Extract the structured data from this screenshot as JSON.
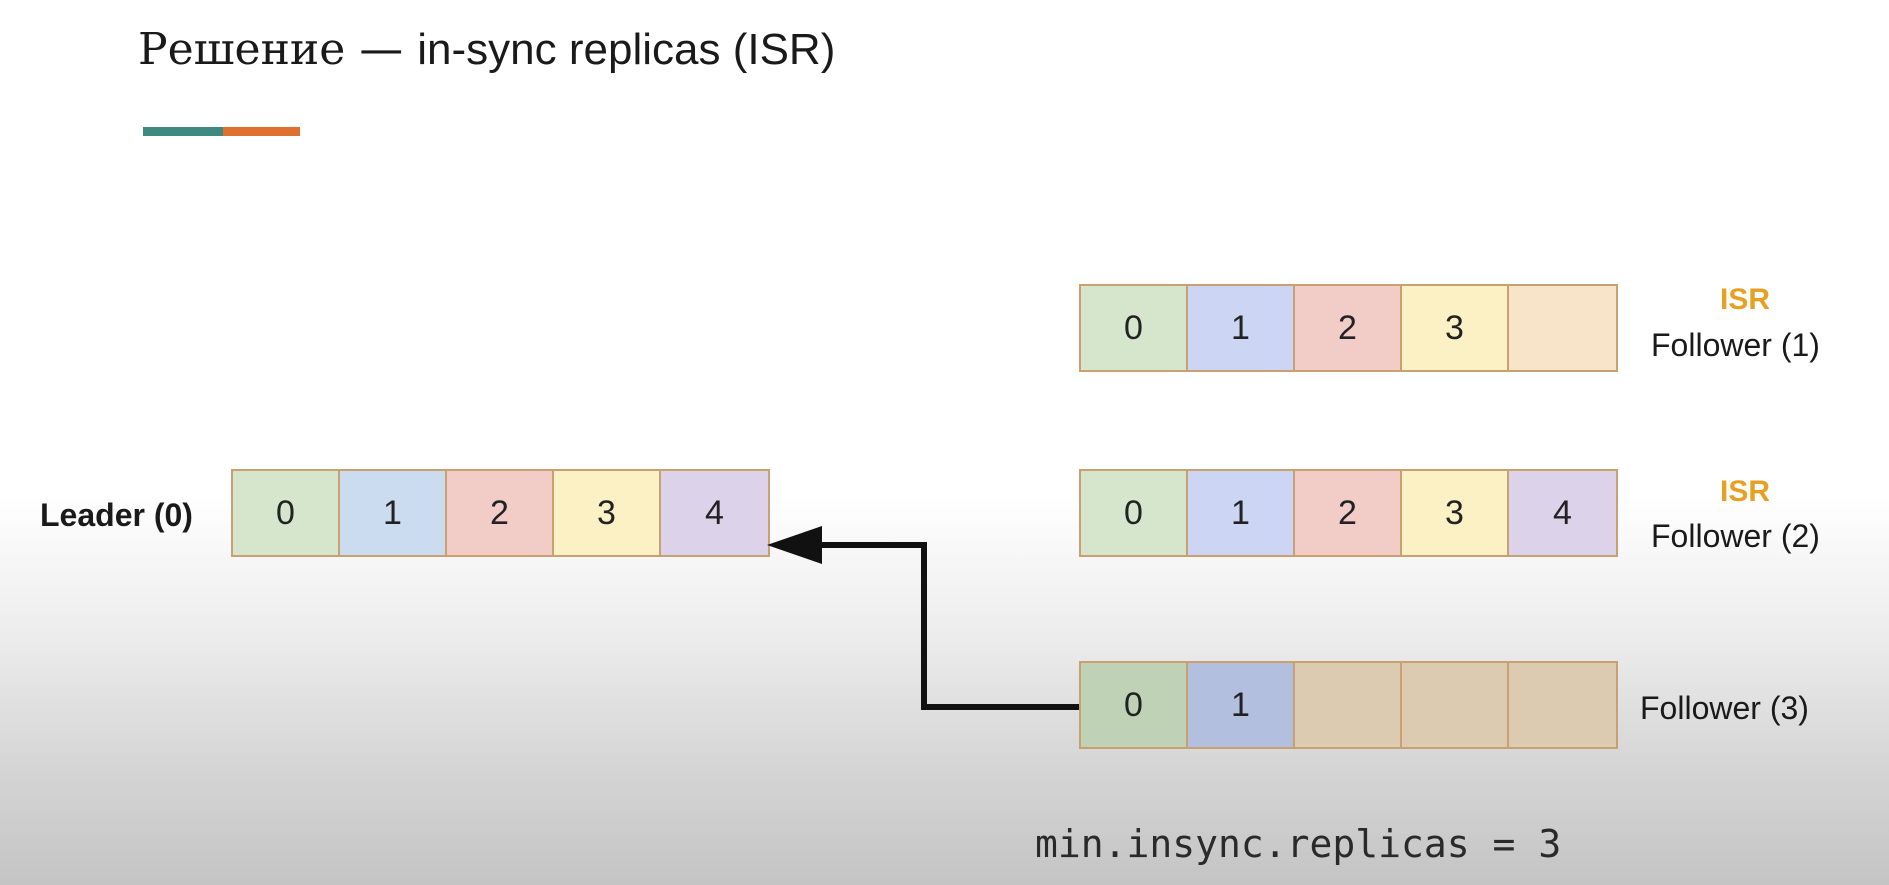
{
  "title": {
    "ru": "Решение",
    "dash": " — ",
    "en": "in-sync replicas (ISR)"
  },
  "colors": {
    "accent_teal": "#3e8a80",
    "accent_orange": "#e0702f",
    "isr_label": "#e6a024",
    "cell_border": "#c9a070"
  },
  "replicas": [
    {
      "id": "leader",
      "label": "Leader (0)",
      "isr": "",
      "cells": [
        "0",
        "1",
        "2",
        "3",
        "4"
      ],
      "fills": [
        "#d5e6cc",
        "#ccdcf0",
        "#f2cdc8",
        "#fbf1c4",
        "#dcd2ea"
      ]
    },
    {
      "id": "follower-1",
      "label": "Follower (1)",
      "isr": "ISR",
      "cells": [
        "0",
        "1",
        "2",
        "3",
        ""
      ],
      "fills": [
        "#d5e6cc",
        "#ccd6f4",
        "#f2cdc8",
        "#fbf1c4",
        "#f8e4c8"
      ]
    },
    {
      "id": "follower-2",
      "label": "Follower (2)",
      "isr": "ISR",
      "cells": [
        "0",
        "1",
        "2",
        "3",
        "4"
      ],
      "fills": [
        "#d5e6cc",
        "#ccd6f4",
        "#f2cdc8",
        "#fbf1c4",
        "#dcd2ea"
      ]
    },
    {
      "id": "follower-3",
      "label": "Follower (3)",
      "isr": "",
      "cells": [
        "0",
        "1",
        "",
        "",
        ""
      ],
      "fills": [
        "#c0d2b6",
        "#b3bfdf",
        "#dccbb0",
        "#dccbb0",
        "#dccbb0"
      ]
    }
  ],
  "formula": "min.insync.replicas = 3"
}
